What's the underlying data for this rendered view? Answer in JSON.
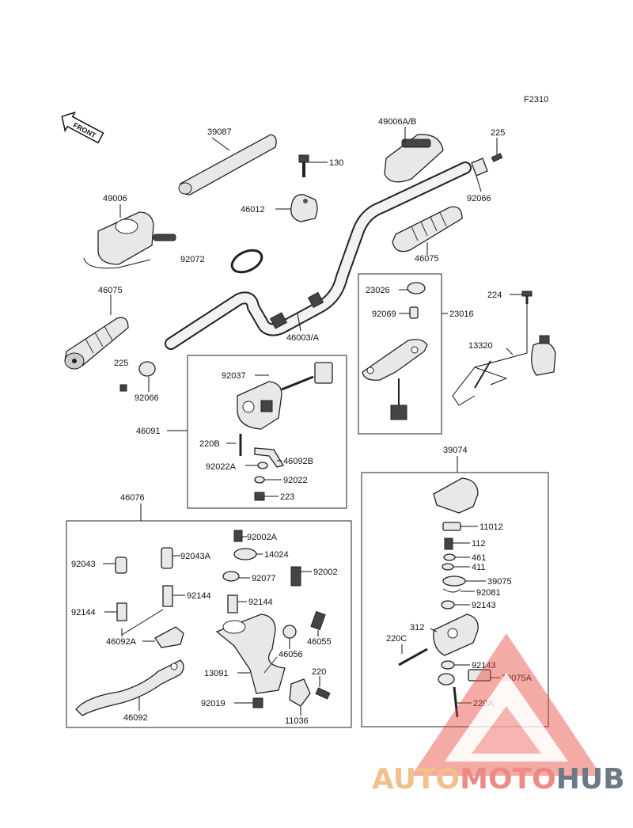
{
  "figure_code": "F2310",
  "front_label": "FRONT",
  "labels": {
    "p39087": "39087",
    "p49006AB": "49006A/B",
    "p225_top": "225",
    "p130": "130",
    "p46012": "46012",
    "p92066_top": "92066",
    "p49006": "49006",
    "p92072": "92072",
    "p46075_right": "46075",
    "p46075_left": "46075",
    "p23026": "23026",
    "p92069": "92069",
    "p23016": "23016",
    "p224": "224",
    "p46003A": "46003/A",
    "p13320": "13320",
    "p225_left": "225",
    "p92066_left": "92066",
    "p92037": "92037",
    "p46091": "46091",
    "p220B": "220B",
    "p92022A": "92022A",
    "p46092B": "46092B",
    "p92022": "92022",
    "p223": "223",
    "p39074": "39074",
    "p46076": "46076",
    "p92002A": "92002A",
    "p92043": "92043",
    "p92043A": "92043A",
    "p14024": "14024",
    "p92077": "92077",
    "p92002": "92002",
    "p92144_a": "92144",
    "p92144_b": "92144",
    "p92144_c": "92144",
    "p46092A": "46092A",
    "p46055": "46055",
    "p46056": "46056",
    "p13091": "13091",
    "p220": "220",
    "p92019": "92019",
    "p11036": "11036",
    "p46092": "46092",
    "p11012": "11012",
    "p112": "112",
    "p461": "461",
    "p411": "411",
    "p39075": "39075",
    "p92081": "92081",
    "p92143_a": "92143",
    "p312": "312",
    "p220C": "220C",
    "p92143_b": "92143",
    "p39075A": "39075A",
    "p220A": "220A"
  },
  "watermark": {
    "auto": "AUTO",
    "moto": "MOTO",
    "hub": "HUB",
    "color_auto": "#f2c08a",
    "color_moto": "#ee8a86",
    "color_hub": "#6d7a86",
    "triangle_color": "#e84a3f"
  }
}
